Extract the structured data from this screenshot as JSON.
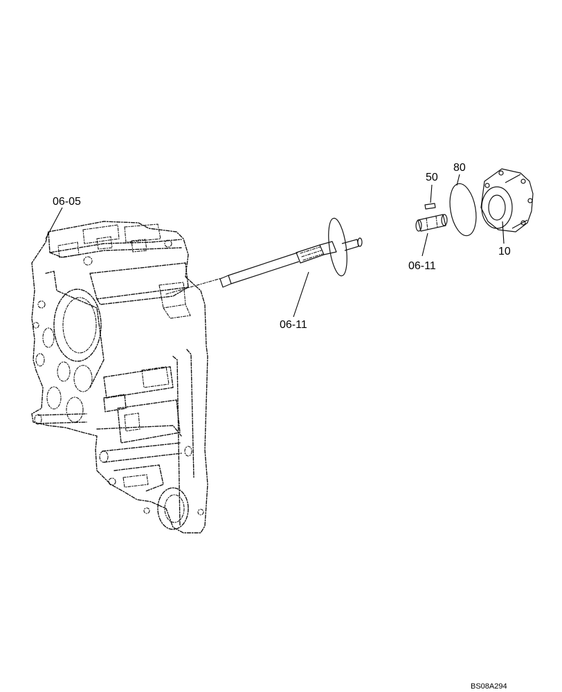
{
  "callouts": {
    "housing": "06-05",
    "shaft": "06-11",
    "shaft_small": "06-11",
    "pin": "50",
    "oring": "80",
    "cover": "10"
  },
  "reference": "BS08A294",
  "colors": {
    "line": "#111111",
    "background": "#ffffff"
  }
}
